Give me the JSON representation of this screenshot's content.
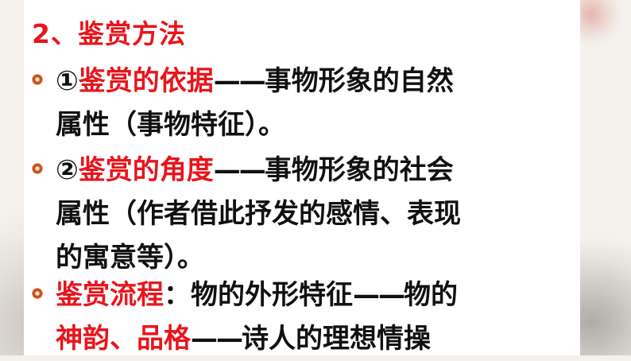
{
  "heading": "2、鉴赏方法",
  "bullets": [
    {
      "num": "①",
      "highlight": "鉴赏的依据",
      "dash": "——",
      "line1_rest": "事物形象的自然",
      "line2": "属性（事物特征）。"
    },
    {
      "num": "②",
      "highlight": "鉴赏的角度",
      "dash": "——",
      "line1_rest": "事物形象的社会",
      "line2": "属性（作者借此抒发的感情、表现",
      "line3": "的寓意等）。"
    },
    {
      "highlight": "鉴赏流程",
      "colon": "：",
      "line1_rest": "物的外形特征",
      "dash": "——",
      "line1_tail": "物的",
      "line2_hl": "神韵、品格",
      "line2_dash": "——",
      "line2_rest": "诗人的理想情操"
    }
  ],
  "colors": {
    "accent_red": "#e8151c",
    "text": "#111111"
  },
  "icons": [
    "flower-bullet-icon"
  ]
}
